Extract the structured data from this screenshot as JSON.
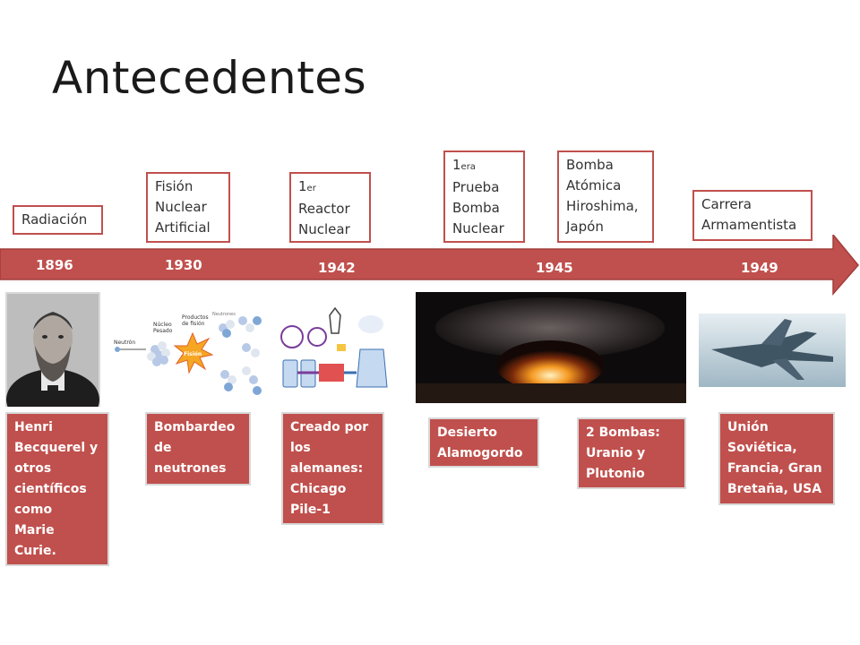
{
  "slide": {
    "title": "Antecedentes"
  },
  "labels": [
    {
      "id": "radiacion",
      "lines": [
        "Radiación"
      ]
    },
    {
      "id": "fision",
      "lines": [
        "Fisión",
        "Nuclear",
        "Artificial"
      ]
    },
    {
      "id": "reactor",
      "num": "1",
      "sup": "er",
      "lines": [
        "Reactor",
        "Nuclear"
      ]
    },
    {
      "id": "prueba",
      "num": "1",
      "sup": "era",
      "lines": [
        "Prueba",
        "Bomba",
        "Nuclear"
      ]
    },
    {
      "id": "bomba",
      "lines": [
        "Bomba",
        "Atómica",
        "Hiroshima,",
        "Japón"
      ]
    },
    {
      "id": "carrera",
      "lines": [
        "Carrera",
        "Armamentista"
      ]
    }
  ],
  "years": [
    "1896",
    "1930",
    "1942",
    "1945",
    "1949"
  ],
  "cards": [
    {
      "id": "henri",
      "lines": [
        "Henri",
        "Becquerel y",
        "otros",
        "científicos",
        "como",
        "Marie",
        "Curie."
      ]
    },
    {
      "id": "bombardeo",
      "lines": [
        "Bombardeo",
        "de",
        "neutrones"
      ]
    },
    {
      "id": "creado",
      "lines": [
        "Creado por",
        "los",
        "alemanes:",
        "Chicago",
        "Pile-1"
      ]
    },
    {
      "id": "desierto",
      "lines": [
        "Desierto",
        "Alamogordo"
      ]
    },
    {
      "id": "bombas",
      "lines": [
        "2 Bombas:",
        "Uranio y",
        "Plutonio"
      ]
    },
    {
      "id": "union",
      "lines": [
        "Unión",
        "Soviética,",
        "Francia, Gran",
        "Bretaña, USA"
      ]
    }
  ],
  "fission_diagram": {
    "neutron": "Neutrón",
    "nucleus": "Núcleo\nPesado",
    "products": "Productos\nde fisión",
    "neutrons": "Neutrones",
    "fission": "Fisión"
  },
  "colors": {
    "accent": "#c0504d",
    "arrow": "#c0504d"
  }
}
